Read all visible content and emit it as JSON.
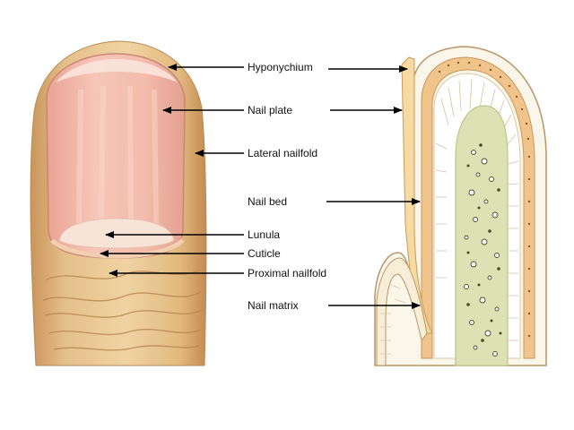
{
  "labels": {
    "hyponychium": "Hyponychium",
    "nail_plate": "Nail plate",
    "lateral_nailfold": "Lateral nailfold",
    "nail_bed": "Nail bed",
    "lunula": "Lunula",
    "cuticle": "Cuticle",
    "proximal_nailfold": "Proximal nailfold",
    "nail_matrix": "Nail matrix"
  },
  "colors": {
    "skin": "#e8c48f",
    "skin_shadow": "#c99a62",
    "nail": "#f0b3a6",
    "lunula": "#f7e3d6",
    "bone": "#dfe2b8",
    "dermis": "#fbf6ea",
    "epidermis": "#f0c48a",
    "arrow": "#000000"
  }
}
